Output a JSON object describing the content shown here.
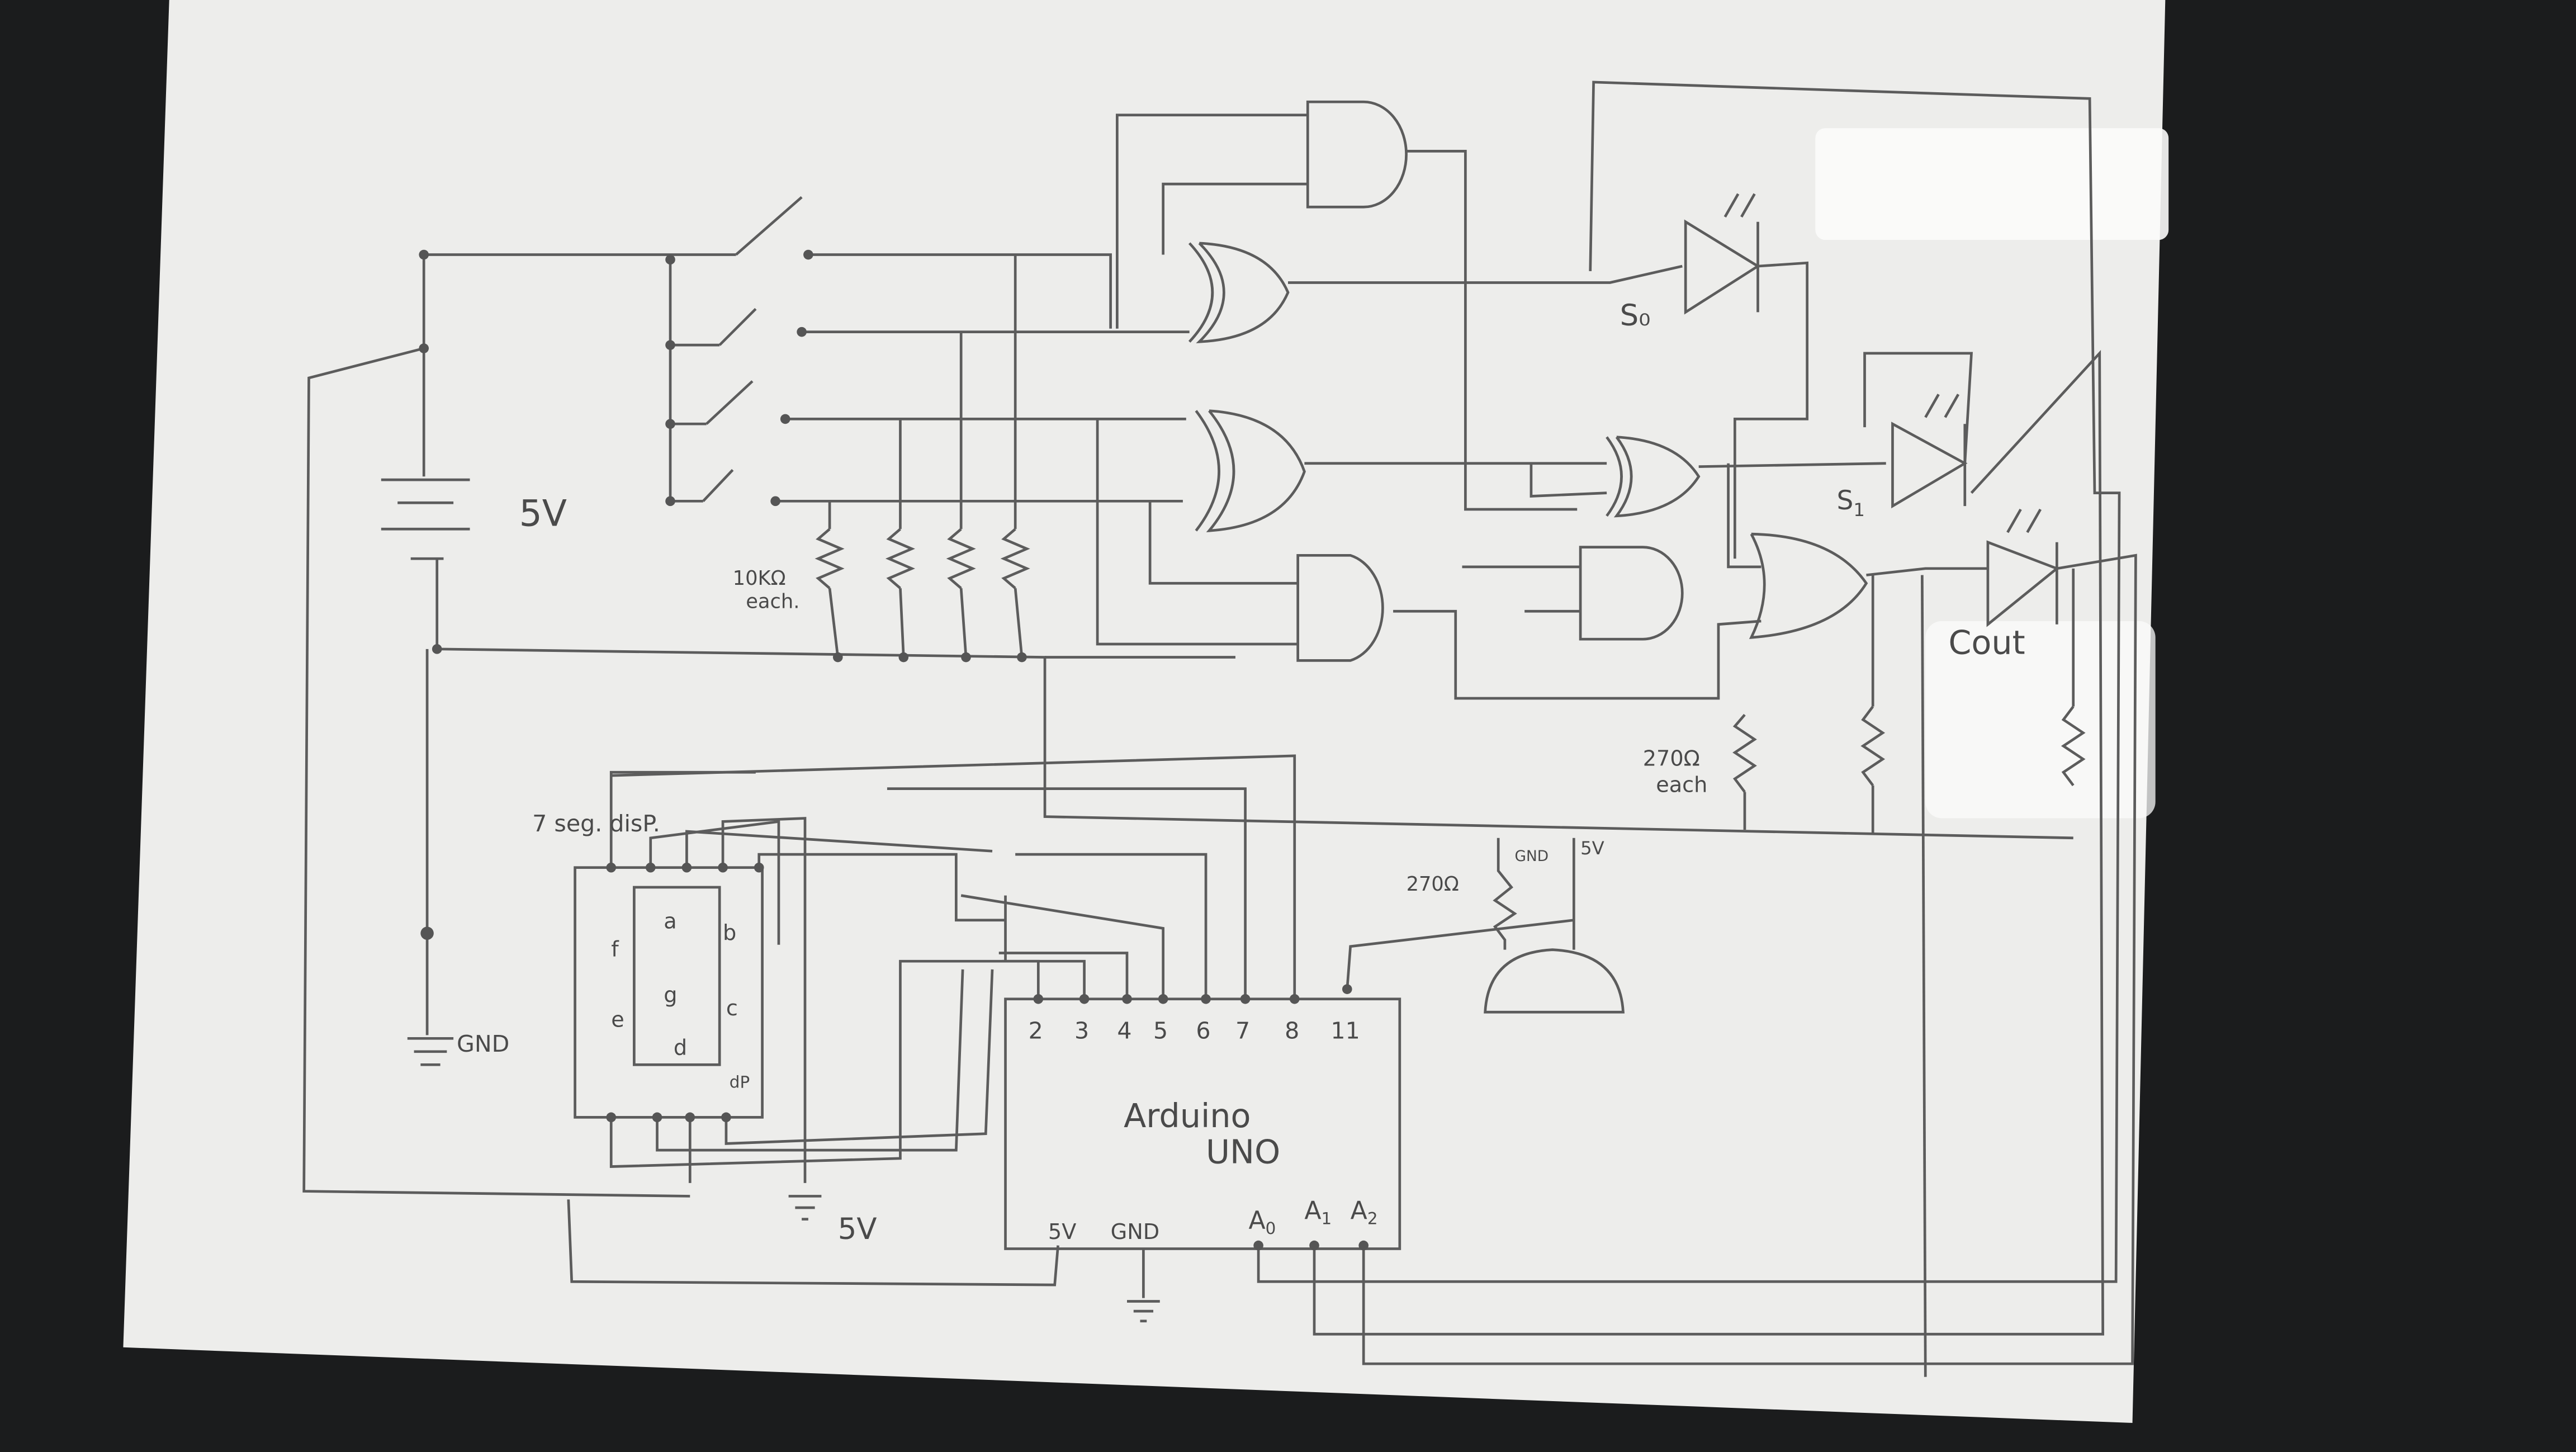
{
  "labels": {
    "battery": "5V",
    "pulldown_a": "10KΩ",
    "pulldown_b": "each.",
    "gnd_left": "GND",
    "s0": "S₀",
    "s1": "S",
    "s1_sub": "1",
    "cout": "Cout",
    "led_res_a": "270Ω",
    "led_res_b": "each",
    "buzzer_res": "270Ω",
    "buzzer_gnd": "GND",
    "buzzer_5v": "5V",
    "seg_title": "7 seg. disP.",
    "seg_a": "a",
    "seg_b": "b",
    "seg_c": "c",
    "seg_d": "d",
    "seg_e": "e",
    "seg_f": "f",
    "seg_g": "g",
    "seg_dp": "dP",
    "seg_5v": "5V",
    "arduino_a": "Arduino",
    "arduino_b": "UNO",
    "pin2": "2",
    "pin3": "3",
    "pin4": "4",
    "pin5": "5",
    "pin6": "6",
    "pin7": "7",
    "pin8": "8",
    "pin11": "11",
    "pin5v": "5V",
    "pingnd": "GND",
    "pinA0": "A",
    "pinA0_sub": "0",
    "pinA1": "A",
    "pinA1_sub": "1",
    "pinA2": "A",
    "pinA2_sub": "2"
  },
  "style": {
    "background": "#1b1c1d",
    "paper": "#ededeb",
    "pencil": "#5c5c5c"
  }
}
